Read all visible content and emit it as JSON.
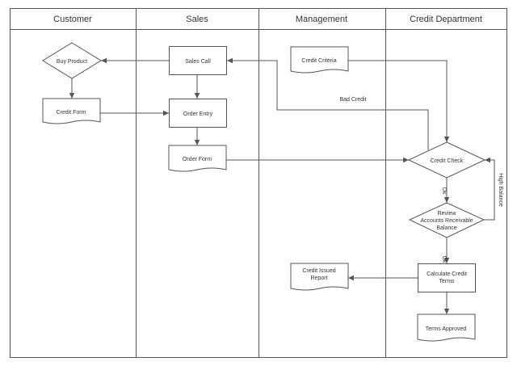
{
  "lanes": [
    {
      "id": "customer",
      "title": "Customer"
    },
    {
      "id": "sales",
      "title": "Sales"
    },
    {
      "id": "management",
      "title": "Management"
    },
    {
      "id": "credit",
      "title": "Credit Department"
    }
  ],
  "nodes": {
    "buy_product": {
      "label": "Buy Product",
      "shape": "diamond"
    },
    "credit_form": {
      "label": "Credit Form",
      "shape": "document"
    },
    "sales_call": {
      "label": "Sales Call",
      "shape": "process"
    },
    "order_entry": {
      "label": "Order Entry",
      "shape": "process"
    },
    "order_form": {
      "label": "Order Form",
      "shape": "document"
    },
    "credit_criteria": {
      "label": "Credit Criteria",
      "shape": "document"
    },
    "credit_check": {
      "label": "Credit Check",
      "shape": "diamond"
    },
    "review_ar": {
      "label": [
        "Review",
        "Accounts Receivable",
        "Balance"
      ],
      "shape": "diamond"
    },
    "calc_terms": {
      "label": [
        "Calculate Credit",
        "Terms"
      ],
      "shape": "process"
    },
    "credit_report": {
      "label": [
        "Credit Issued",
        "Report"
      ],
      "shape": "document"
    },
    "terms_approved": {
      "label": "Terms Approved",
      "shape": "document"
    }
  },
  "edges": {
    "bad_credit": "Bad Credit",
    "ok_1": "Ok",
    "ok_2": "Ok",
    "high_balance": "High Balance"
  },
  "colors": {
    "stroke": "#555555",
    "text": "#333333",
    "background": "#ffffff"
  }
}
